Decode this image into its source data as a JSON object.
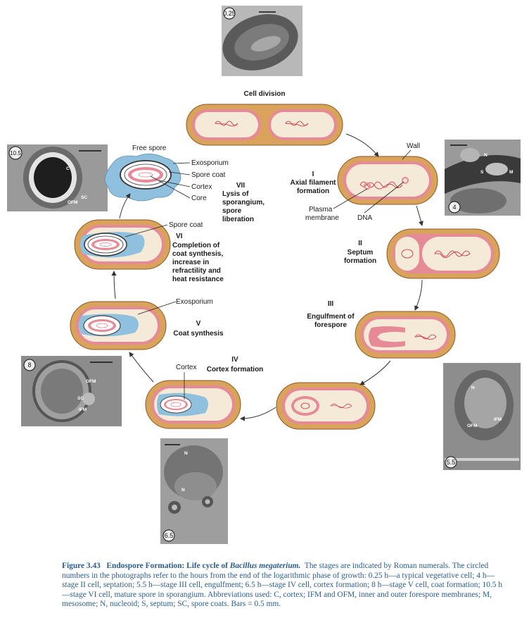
{
  "micrographs": [
    {
      "id": "m025",
      "time": "0.25",
      "labels": []
    },
    {
      "id": "m4",
      "time": "4",
      "labels": [
        "N",
        "S",
        "M"
      ]
    },
    {
      "id": "m55",
      "time": "5.5",
      "labels": [
        "N",
        "IFM",
        "OFM"
      ]
    },
    {
      "id": "m65",
      "time": "6.5",
      "labels": [
        "N",
        "N"
      ]
    },
    {
      "id": "m8",
      "time": "8",
      "labels": [
        "OFM",
        "SC",
        "IFM"
      ]
    },
    {
      "id": "m105",
      "time": "10.5",
      "labels": [
        "C",
        "SC",
        "OFM"
      ]
    }
  ],
  "stages": {
    "division": {
      "title": "Cell division"
    },
    "s1": {
      "numeral": "I",
      "line1": "Axial filament",
      "line2": "formation",
      "wall": "Wall",
      "plasma1": "Plasma",
      "plasma2": "membrane",
      "dna": "DNA"
    },
    "s2": {
      "numeral": "II",
      "line1": "Septum",
      "line2": "formation"
    },
    "s3": {
      "numeral": "III",
      "line1": "Engulfment of",
      "line2": "forespore"
    },
    "s4": {
      "numeral": "IV",
      "line1": "Cortex formation",
      "cortex": "Cortex"
    },
    "s5": {
      "numeral": "V",
      "line1": "Coat synthesis",
      "exosporium": "Exosporium"
    },
    "s6": {
      "numeral": "VI",
      "line1": "Completion of",
      "line2": "coat synthesis,",
      "line3": "increase in",
      "line4": "refractility and",
      "line5": "heat resistance",
      "sporecoat": "Spore coat"
    },
    "s7": {
      "numeral": "VII",
      "line1": "Lysis of",
      "line2": "sporangium,",
      "line3": "spore",
      "line4": "liberation"
    },
    "free": {
      "title": "Free spore",
      "exosporium": "Exosporium",
      "sporecoat": "Spore coat",
      "cortex": "Cortex",
      "core": "Core"
    }
  },
  "caption": {
    "figure": "Figure 3.43",
    "title_pre": "Endospore Formation: Life cycle of ",
    "title_species": "Bacillus megaterium.",
    "text": "The stages are indicated by Roman numerals. The circled numbers in the photographs refer to the hours from the end of the logarithmic phase of growth: 0.25 h—a typical vegetative cell; 4 h—stage II cell, septation; 5.5 h—stage III cell, engulfment; 6.5 h—stage IV cell, cortex formation; 8 h—stage V cell, coat formation; 10.5 h—stage VI cell, mature spore in sporangium. Abbreviations used: C, cortex; IFM and OFM, inner and outer forespore membranes; M, mesosome; N, nucleoid; S, septum; SC, spore coats. Bars = 0.5 mm."
  },
  "colors": {
    "wall": "#d9a35c",
    "membrane": "#e68a98",
    "cytoplasm": "#f5ead8",
    "exosporium": "#8fc0dd",
    "dna": "#cc2233"
  }
}
